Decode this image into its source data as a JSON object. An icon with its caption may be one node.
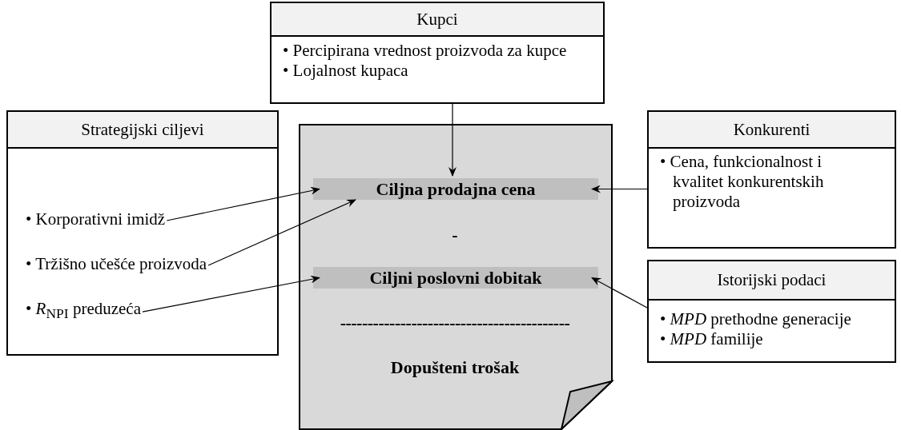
{
  "diagram": {
    "nodes": [
      {
        "text": [
          "Kupci",
          "• Percipirana vrednost proizvoda za kupce",
          "• Lojalnost kupaca"
        ]
      },
      {
        "text": [
          "Strategijski ciljevi"
        ]
      },
      {
        "text": [
          "• Korporativni imidž"
        ],
        "in": 1
      },
      {
        "text": [
          "• Tržišno učešće proizvoda"
        ],
        "in": 1
      },
      {
        "text": [
          "• *R*$_{NPI}$ preduzeća"
        ],
        "in": 1
      },
      {
        "text": [
          "-",
          "------------------------------------------",
          "Dopušteni trošak"
        ]
      },
      {
        "text": [
          "Ciljna prodajna cena"
        ],
        "in": 5
      },
      {
        "text": [
          "Ciljni poslovni dobitak"
        ],
        "in": 5
      },
      {
        "text": [
          "Konkurenti",
          "• Cena, funkcionalnost i kvalitet konkurentskih proizvoda"
        ]
      },
      {
        "text": [
          "Istorijski podaci",
          "• *MPD* prethodne generacije",
          "• *MPD* familije"
        ]
      }
    ],
    "edges": [
      {
        "from": 0,
        "to": 6,
        "arrow": "to"
      },
      {
        "from": 2,
        "to": 6,
        "arrow": "to"
      },
      {
        "from": 3,
        "to": 6,
        "arrow": "to"
      },
      {
        "from": 4,
        "to": 7,
        "arrow": "to"
      },
      {
        "from": 8,
        "to": 6,
        "arrow": "to"
      },
      {
        "from": 9,
        "to": 7,
        "arrow": "to"
      }
    ]
  }
}
